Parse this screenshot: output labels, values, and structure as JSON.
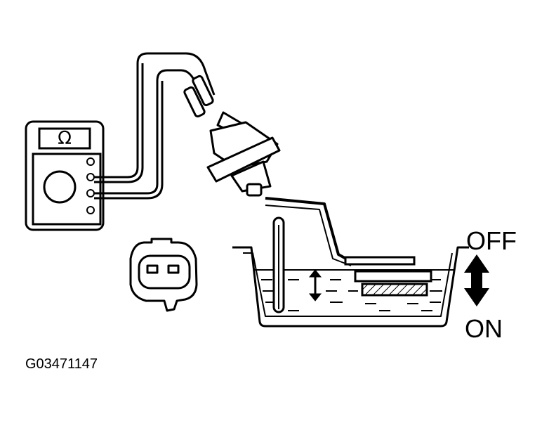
{
  "meter": {
    "symbol": "Ω"
  },
  "labels": {
    "off": "OFF",
    "on": "ON"
  },
  "figure_code": "G03471147",
  "colors": {
    "ink": "#000000",
    "paper": "#ffffff"
  }
}
